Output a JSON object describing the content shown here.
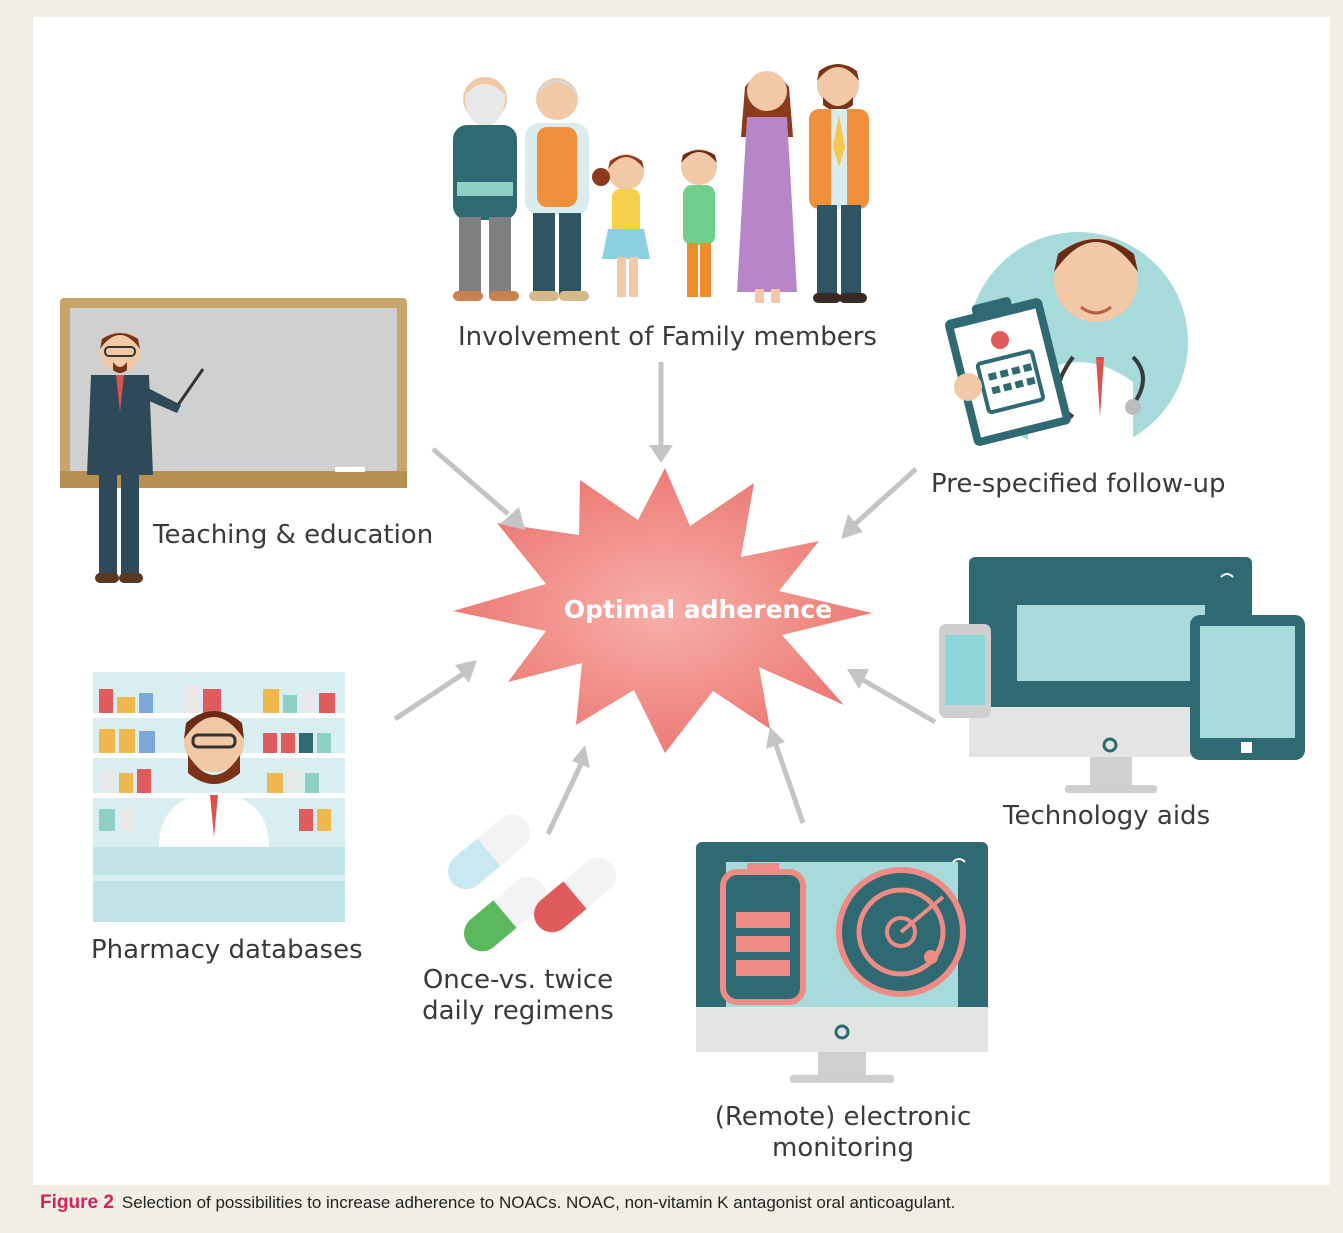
{
  "center": {
    "label": "Optimal adherence"
  },
  "items": {
    "family": "Involvement of Family members",
    "teaching": "Teaching & education",
    "followup": "Pre-specified follow-up",
    "technology": "Technology aids",
    "pharmacy": "Pharmacy databases",
    "regimens_line1": "Once-vs. twice",
    "regimens_line2": "daily regimens",
    "remote_line1": "(Remote) electronic",
    "remote_line2": "monitoring"
  },
  "caption": {
    "figure_number": "Figure 2",
    "text": "Selection of possibilities to increase adherence to NOACs. NOAC, non-vitamin K antagonist oral anticoagulant."
  },
  "colors": {
    "star": "#f08a84",
    "arrow": "#c4c4c4",
    "teal": "#2f6a73",
    "screen": "#a6dadb",
    "caption_accent": "#d6205f",
    "background": "#f1eee3"
  }
}
